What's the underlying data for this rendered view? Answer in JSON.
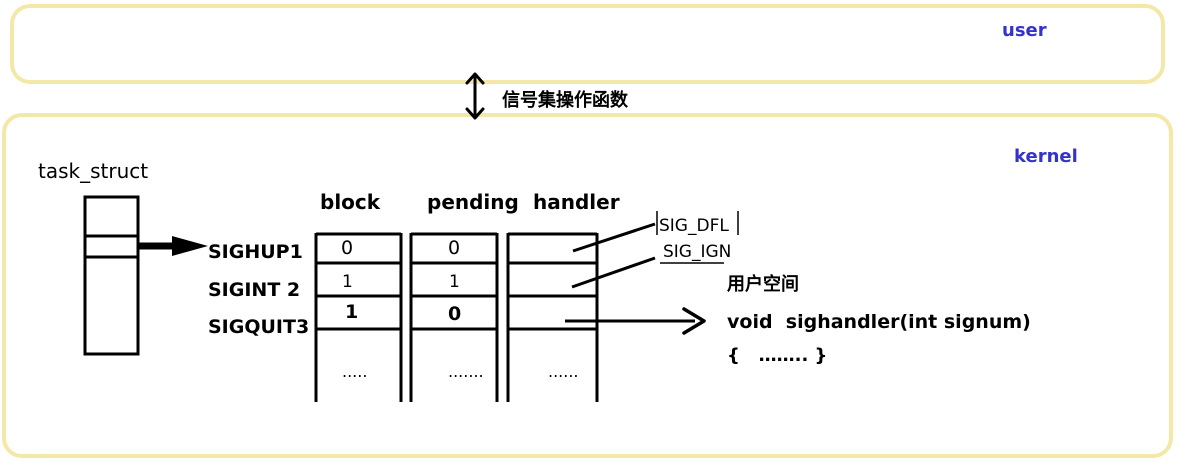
{
  "user_label": "user",
  "kernel_label": "kernel",
  "bridge_label": "信号集操作函数",
  "task_struct_label": "task_struct",
  "columns": [
    "block",
    "pending",
    "handler"
  ],
  "signals": [
    "SIGHUP1",
    "SIGINT 2",
    "SIGQUIT3"
  ],
  "block_values": [
    "0",
    "1",
    "1"
  ],
  "pending_values": [
    "0",
    "1",
    "0"
  ],
  "ellipsis": {
    "block": ".....",
    "pending": ".......",
    "handler": "......"
  },
  "handler_defaults": [
    "SIG_DFL",
    "SIG_IGN"
  ],
  "user_space_label": "用户空间",
  "func_signature": "void  sighandler(int signum)",
  "func_body": "{   …….. }",
  "colors": {
    "border": "#f3e8a7",
    "accent": "#3333cc",
    "ink": "#000000"
  }
}
